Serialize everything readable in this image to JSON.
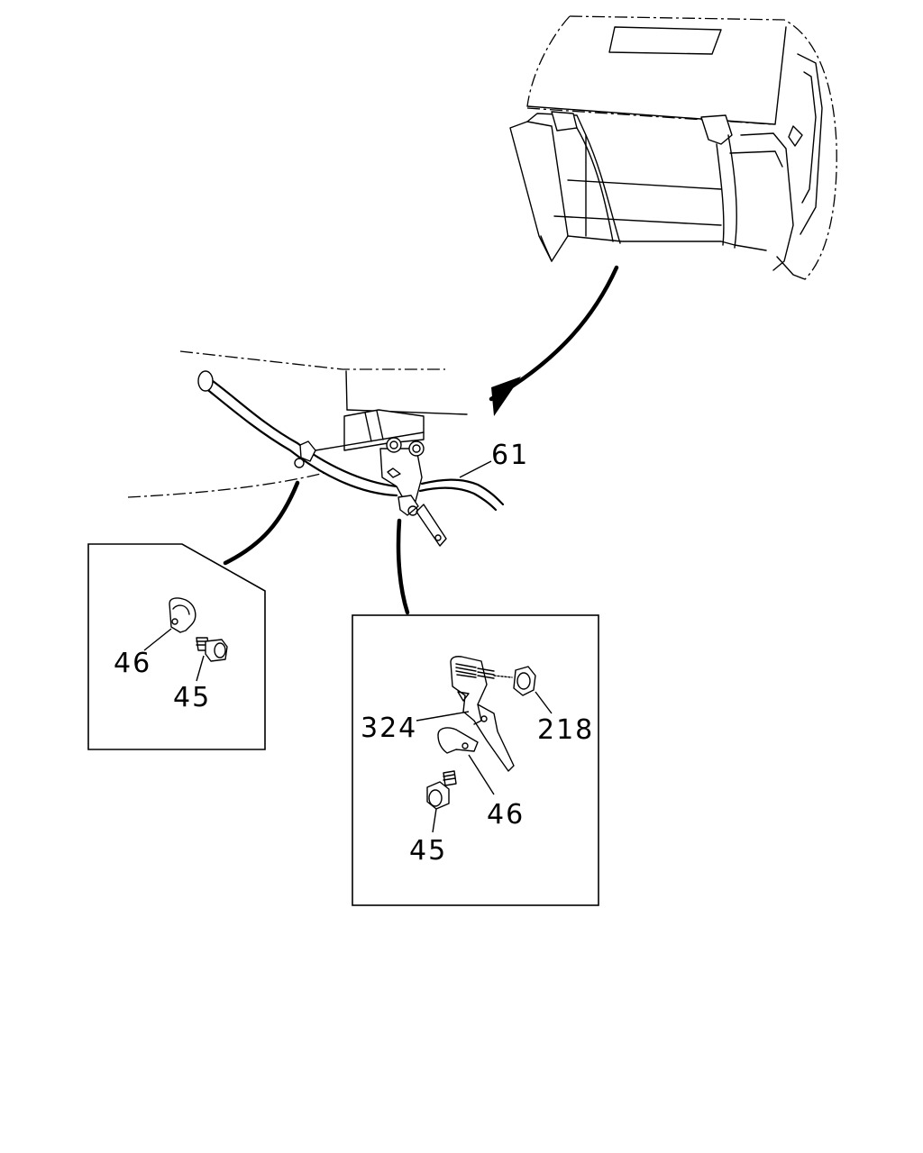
{
  "overview": {
    "callouts": {
      "pipe": "61"
    }
  },
  "detail_left": {
    "callouts": {
      "clip": "46",
      "bolt": "45"
    }
  },
  "detail_right": {
    "callouts": {
      "bracket": "324",
      "nut": "218",
      "clip": "46",
      "bolt": "45"
    }
  }
}
